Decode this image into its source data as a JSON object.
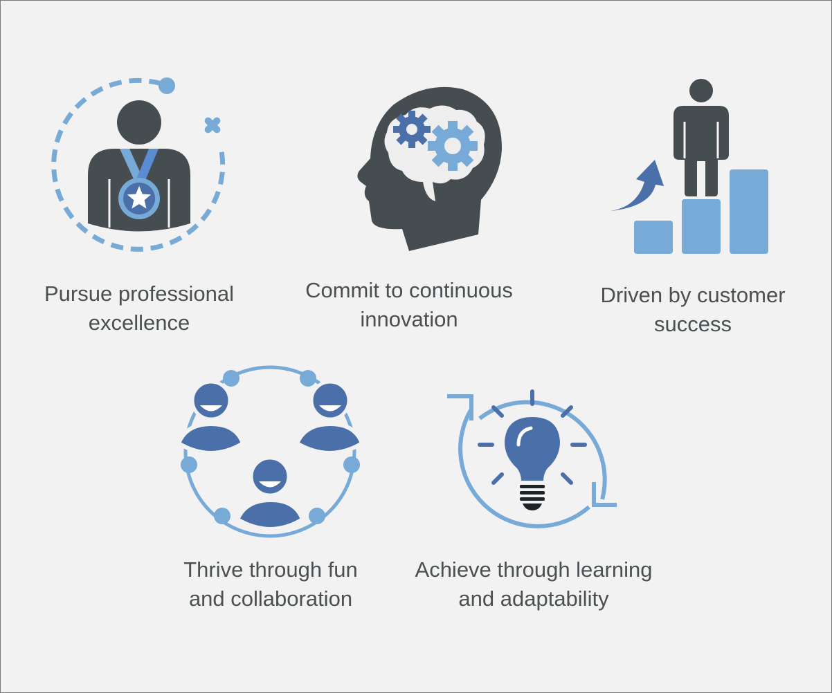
{
  "colors": {
    "dark": "#454d51",
    "blue": "#4b6fa8",
    "light_blue": "#77aad6",
    "background": "#f2f2f2",
    "text": "#4a4f52"
  },
  "values": [
    {
      "icon": "medal-person-icon",
      "line1": "Pursue professional",
      "line2": "excellence"
    },
    {
      "icon": "brain-gears-icon",
      "line1": "Commit to continuous",
      "line2": "innovation"
    },
    {
      "icon": "growth-steps-icon",
      "line1": "Driven by customer",
      "line2": "success"
    },
    {
      "icon": "team-collaboration-icon",
      "line1": "Thrive through fun",
      "line2": "and collaboration"
    },
    {
      "icon": "lightbulb-cycle-icon",
      "line1": "Achieve through learning",
      "line2": "and adaptability"
    }
  ]
}
